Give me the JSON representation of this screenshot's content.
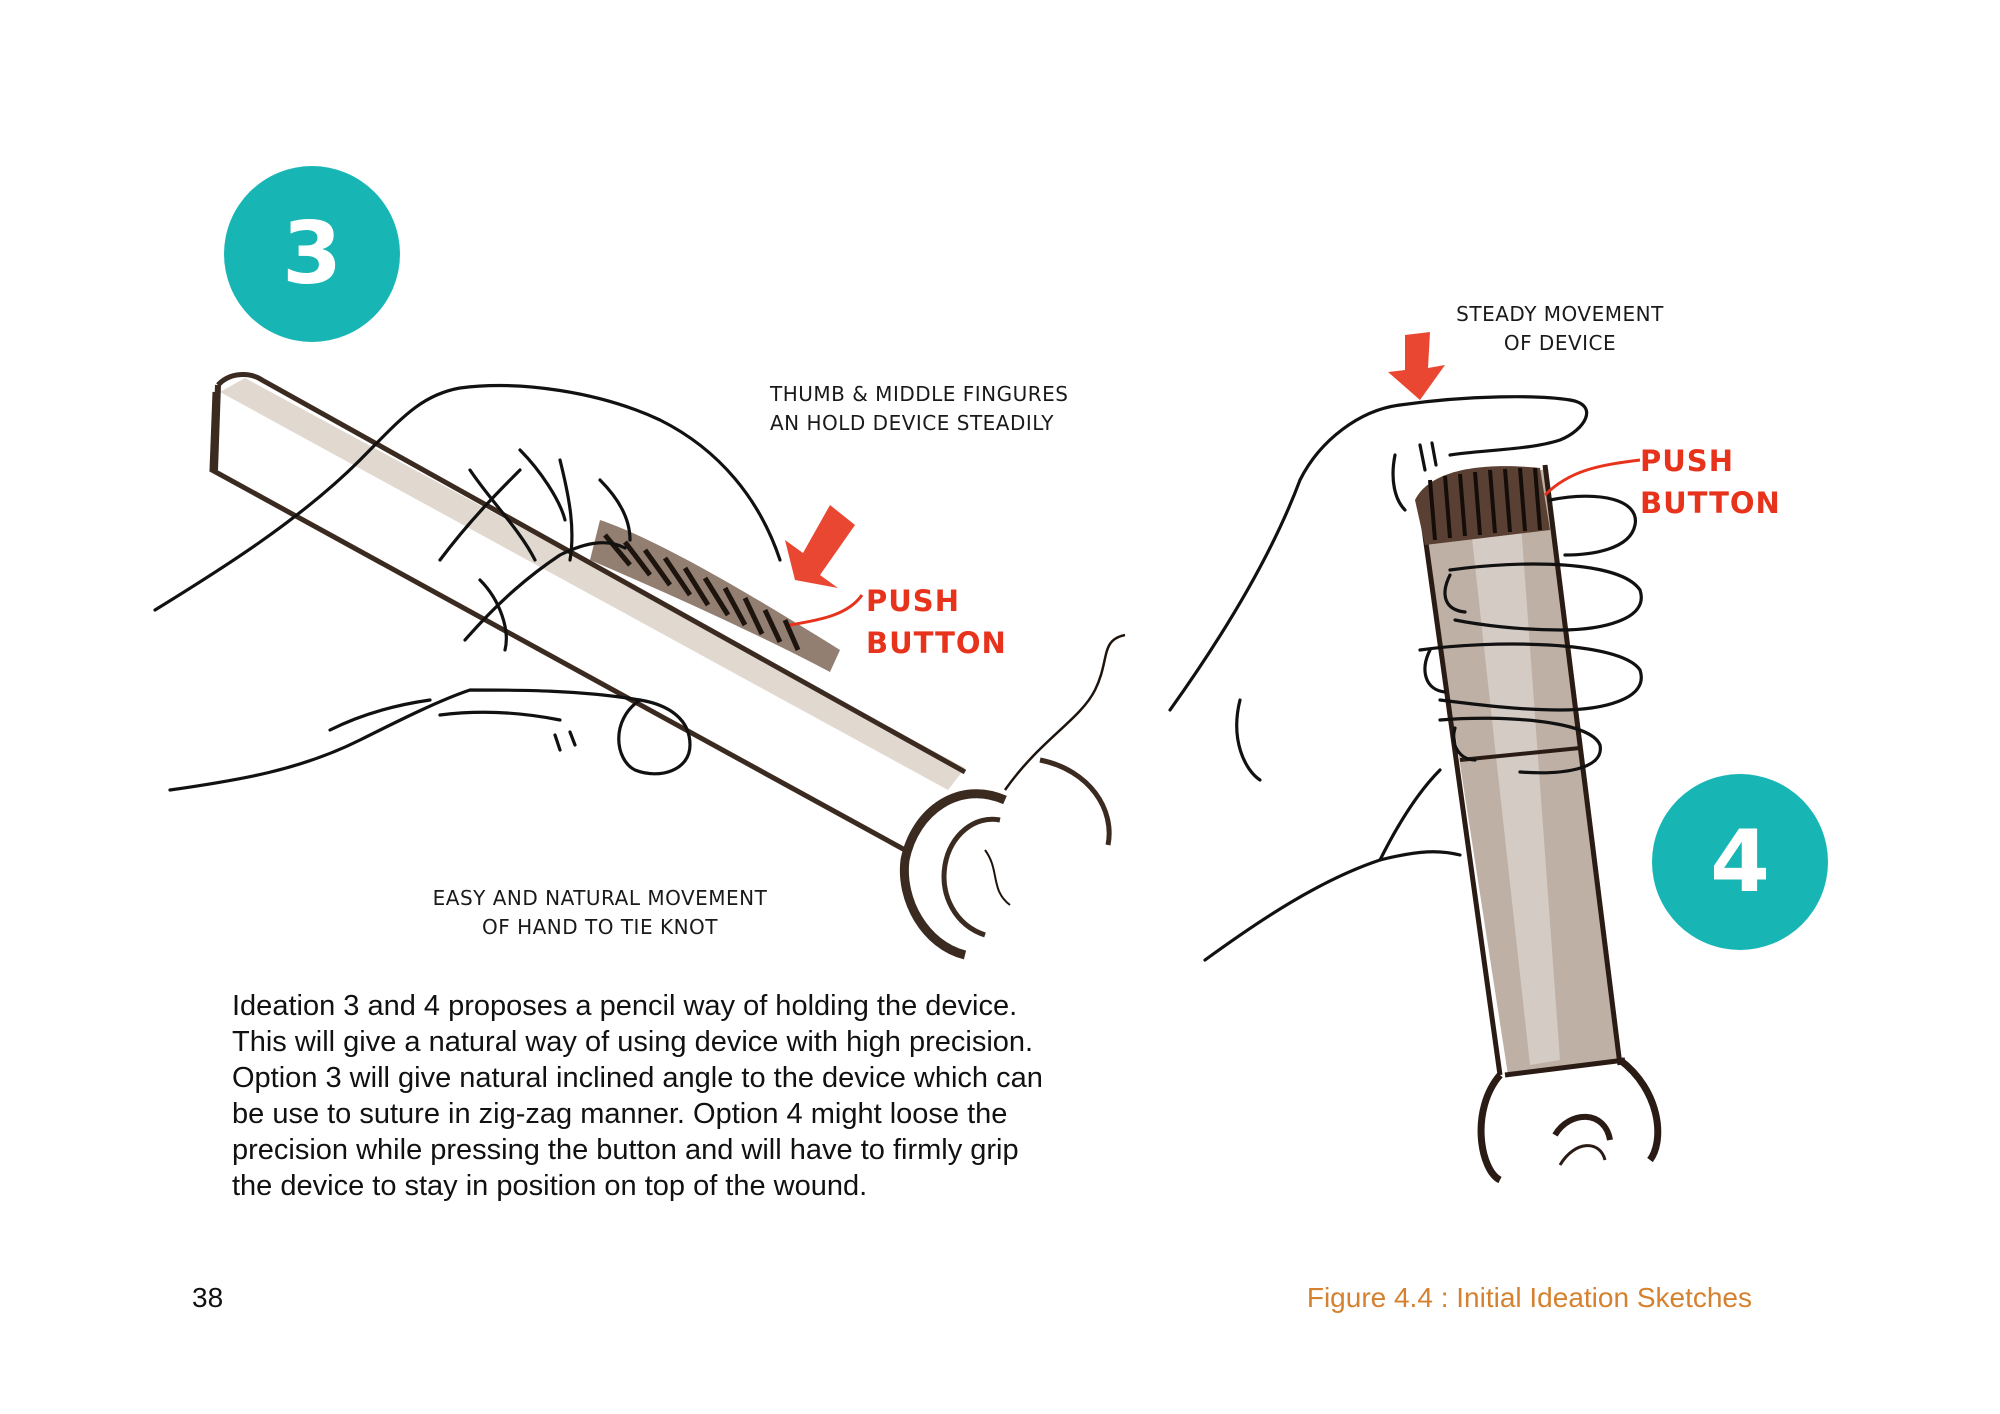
{
  "badges": {
    "left": "3",
    "right": "4"
  },
  "annotations": {
    "thumb_note": "THUMB & MIDDLE FINGURES\nAN HOLD DEVICE STEADILY",
    "push_button_left": "PUSH\nBUTTON",
    "easy_note": "EASY AND NATURAL MOVEMENT\nOF HAND TO TIE KNOT",
    "steady_note": "STEADY MOVEMENT\nOF DEVICE",
    "push_button_right": "PUSH\nBUTTON"
  },
  "body_text": [
    "Ideation 3 and 4 proposes a pencil way of holding the device.",
    "This will give a natural way of using device with high precision.",
    "Option 3 will give natural inclined angle to the device which can",
    "be use to suture in zig-zag manner. Option 4 might loose the",
    "precision while pressing the button and will have to firmly grip",
    "the device to stay in position on top of the wound."
  ],
  "footer": {
    "page_number": "38",
    "figure_caption": "Figure 4.4 : Initial Ideation Sketches"
  },
  "colors": {
    "badge": "#17b6b5",
    "arrow": "#e8331c",
    "device_wash": "#8a6f5c",
    "caption": "#d4822f"
  }
}
